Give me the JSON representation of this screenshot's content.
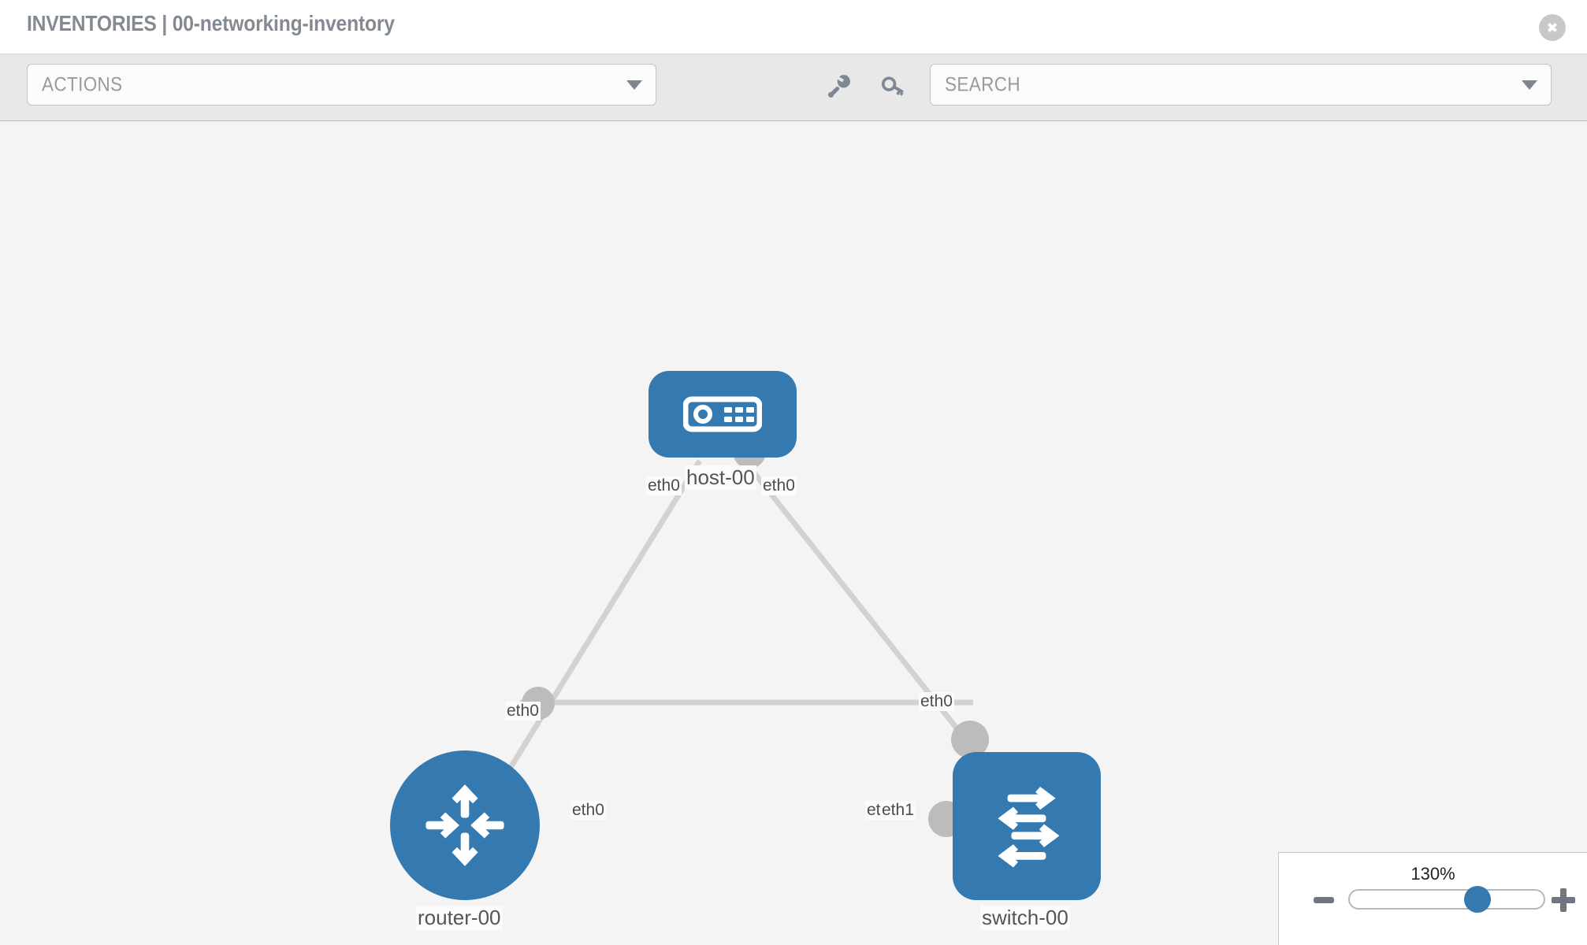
{
  "header": {
    "title": "INVENTORIES | 00-networking-inventory",
    "close_icon": "close-icon"
  },
  "toolbar": {
    "actions_label": "ACTIONS",
    "search_placeholder": "SEARCH",
    "icons": [
      {
        "name": "wrench-icon"
      },
      {
        "name": "key-icon"
      }
    ]
  },
  "topology": {
    "accent_color": "#3479b0",
    "edge_color": "#d2d2d2",
    "port_color": "#bcbcbc",
    "nodes": [
      {
        "id": "host",
        "label": "host-00",
        "icon": "server-icon",
        "shape": "rounded-rect"
      },
      {
        "id": "router",
        "label": "router-00",
        "icon": "router-arrows-icon",
        "shape": "circle"
      },
      {
        "id": "switch",
        "label": "switch-00",
        "icon": "switch-arrows-icon",
        "shape": "rounded-square"
      }
    ],
    "edges": [
      {
        "from": "host",
        "to": "router",
        "from_label": "eth0",
        "to_label": "eth0"
      },
      {
        "from": "host",
        "to": "switch",
        "from_label": "eth0",
        "to_label": "eth0"
      },
      {
        "from": "router",
        "to": "switch",
        "from_label": "eth0",
        "to_label_a": "eth0",
        "to_label_b": "eth1"
      }
    ],
    "edge_labels": {
      "host_left": "eth0",
      "host_right": "eth0",
      "router_up": "eth0",
      "switch_up": "eth0",
      "router_right": "eth0",
      "switch_left_a": "eth0",
      "switch_left_b": "eth1"
    }
  },
  "zoom_control": {
    "value": "130%",
    "minus_label": "minus-icon",
    "plus_label": "plus-icon",
    "thumb_position_pct": 66
  }
}
